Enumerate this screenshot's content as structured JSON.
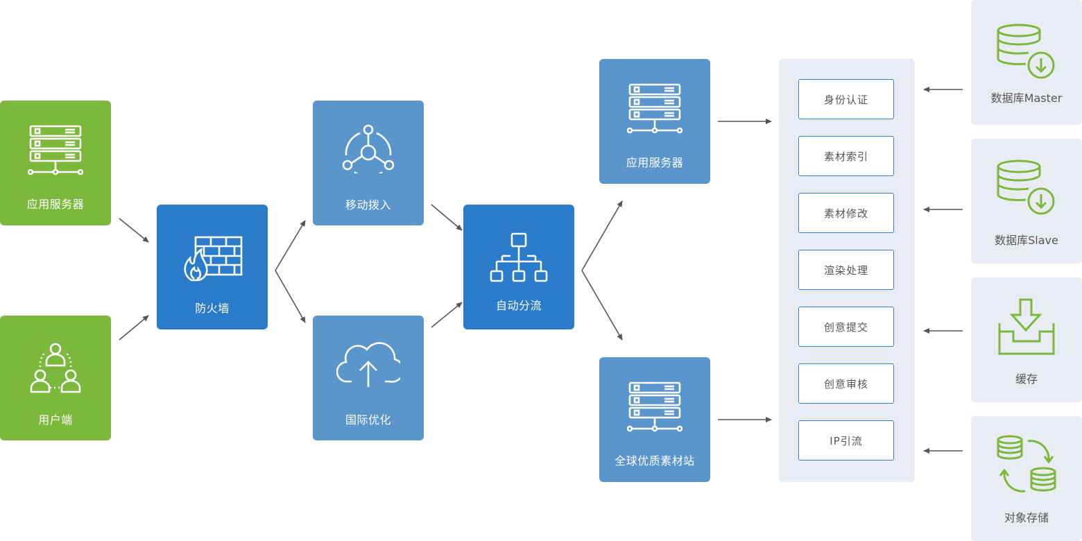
{
  "nodes": {
    "app_server_left": {
      "label": "应用服务器",
      "color": "#7cb83c",
      "icon": "server-icon"
    },
    "client": {
      "label": "用户端",
      "color": "#7cb83c",
      "icon": "users-icon"
    },
    "firewall": {
      "label": "防火墙",
      "color": "#2a7ccb",
      "icon": "firewall-icon"
    },
    "mobile_access": {
      "label": "移动拨入",
      "color": "#5a95cc",
      "icon": "hub-icon"
    },
    "intl_optimization": {
      "label": "国际优化",
      "color": "#5a95cc",
      "icon": "cloud-upload-icon"
    },
    "auto_routing": {
      "label": "自动分流",
      "color": "#2a7ccb",
      "icon": "hierarchy-icon"
    },
    "app_server_right": {
      "label": "应用服务器",
      "color": "#5a95cc",
      "icon": "server-icon"
    },
    "global_assets": {
      "label": "全球优质素材站",
      "color": "#5a95cc",
      "icon": "server-icon"
    }
  },
  "services": [
    "身份认证",
    "素材索引",
    "素材修改",
    "渲染处理",
    "创意提交",
    "创意审核",
    "IP引流"
  ],
  "storage": {
    "db_master": {
      "label": "数据库Master",
      "icon": "database-download-icon"
    },
    "db_slave": {
      "label": "数据库Slave",
      "icon": "database-download-icon"
    },
    "cache": {
      "label": "缓存",
      "icon": "inbox-download-icon"
    },
    "object_storage": {
      "label": "对象存储",
      "icon": "database-sync-icon"
    }
  },
  "colors": {
    "accent_green": "#7cb83c",
    "border_blue": "#2d7fd2",
    "panel_bg": "#e9edf3",
    "arrow": "#555555"
  }
}
